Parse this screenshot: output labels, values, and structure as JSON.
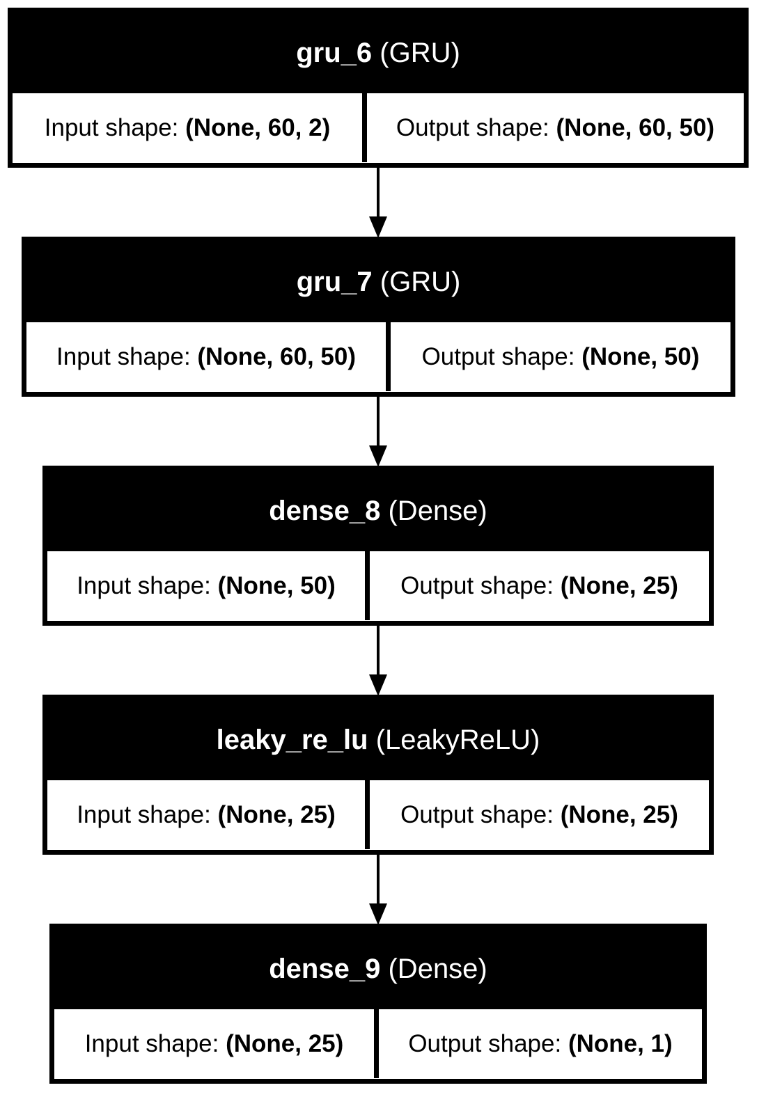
{
  "layers": [
    {
      "name": "gru_6",
      "type": "(GRU)",
      "input_label": "Input shape:",
      "input_shape": "(None, 60, 2)",
      "output_label": "Output shape:",
      "output_shape": "(None, 60, 50)"
    },
    {
      "name": "gru_7",
      "type": "(GRU)",
      "input_label": "Input shape:",
      "input_shape": "(None, 60, 50)",
      "output_label": "Output shape:",
      "output_shape": "(None, 50)"
    },
    {
      "name": "dense_8",
      "type": "(Dense)",
      "input_label": "Input shape:",
      "input_shape": "(None, 50)",
      "output_label": "Output shape:",
      "output_shape": "(None, 25)"
    },
    {
      "name": "leaky_re_lu",
      "type": "(LeakyReLU)",
      "input_label": "Input shape:",
      "input_shape": "(None, 25)",
      "output_label": "Output shape:",
      "output_shape": "(None, 25)"
    },
    {
      "name": "dense_9",
      "type": "(Dense)",
      "input_label": "Input shape:",
      "input_shape": "(None, 25)",
      "output_label": "Output shape:",
      "output_shape": "(None, 1)"
    }
  ],
  "edges": [
    {
      "from": "gru_6",
      "to": "gru_7"
    },
    {
      "from": "gru_7",
      "to": "dense_8"
    },
    {
      "from": "dense_8",
      "to": "leaky_re_lu"
    },
    {
      "from": "leaky_re_lu",
      "to": "dense_9"
    }
  ]
}
